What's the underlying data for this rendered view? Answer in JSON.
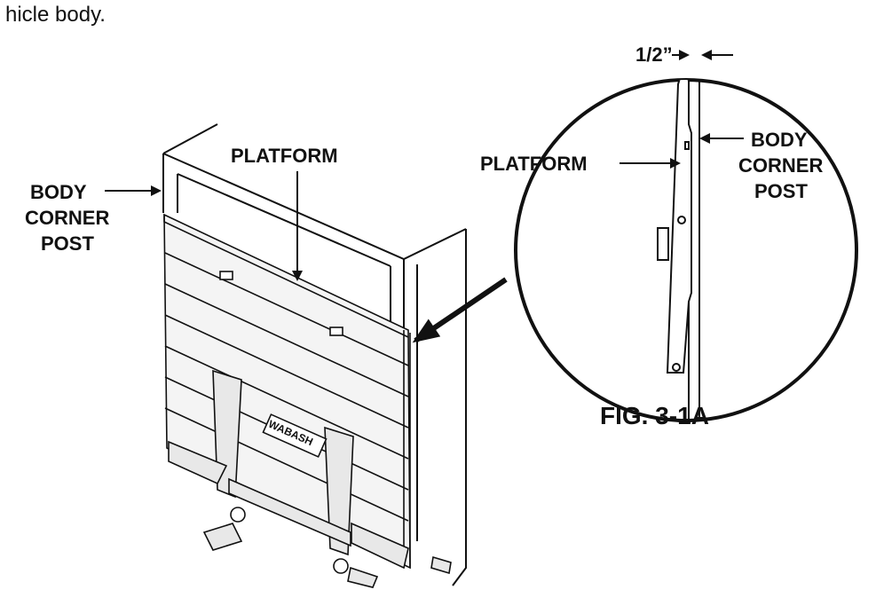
{
  "intro_text": "hicle body.",
  "main_view": {
    "platform_label": "PLATFORM",
    "corner_post_label": [
      "BODY",
      "CORNER",
      "POST"
    ],
    "brand_plate": "WABASH"
  },
  "detail_view": {
    "dimension_label": "1/2”",
    "platform_label": "PLATFORM",
    "corner_post_label": [
      "BODY",
      "CORNER",
      "POST"
    ],
    "caption": "FIG. 3-1A"
  }
}
